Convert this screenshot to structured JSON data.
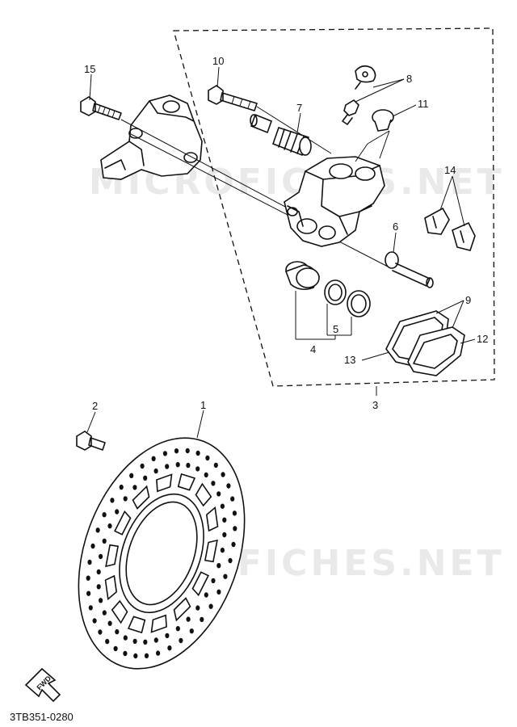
{
  "watermark": "MICROFICHES.NET",
  "diagram_code": "3TB351-0280",
  "fwd_label": "FWD",
  "callouts": {
    "c1": "1",
    "c2": "2",
    "c3": "3",
    "c4": "4",
    "c5": "5",
    "c6": "6",
    "c7": "7",
    "c8": "8",
    "c9": "9",
    "c10": "10",
    "c11": "11",
    "c12": "12",
    "c13": "13",
    "c14": "14",
    "c15": "15"
  }
}
